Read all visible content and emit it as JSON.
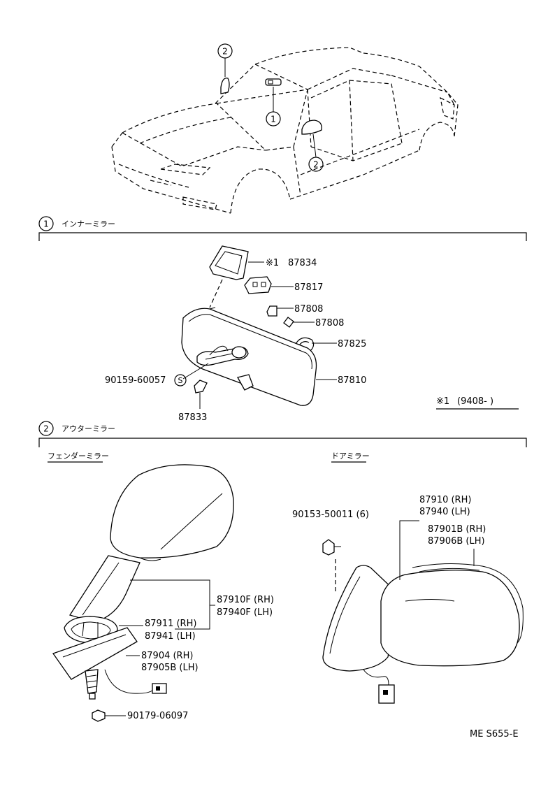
{
  "sections": {
    "inner": {
      "number": "1",
      "title": "インナーミラー"
    },
    "outer": {
      "number": "2",
      "title": "アウターミラー"
    }
  },
  "car_callouts": {
    "a": "2",
    "b": "1",
    "c": "2"
  },
  "subsections": {
    "fender": "フェンダーミラー",
    "door": "ドアミラー"
  },
  "inner_parts": {
    "p87834": "87834",
    "p87834_mark": "※1",
    "p87817": "87817",
    "p87808a": "87808",
    "p87808b": "87808",
    "p87825": "87825",
    "p87810": "87810",
    "p90159": "90159-60057",
    "p90159_mark": "S",
    "p87833": "87833"
  },
  "note": {
    "mark": "※1",
    "text": "(9408-        )"
  },
  "fender_parts": {
    "p87910f": "87910F (RH)",
    "p87940f": "87940F (LH)",
    "p87911": "87911 (RH)",
    "p87941": "87941 (LH)",
    "p87904": "87904   (RH)",
    "p87905b": "87905B (LH)",
    "p90179": "90179-06097"
  },
  "door_parts": {
    "p90153": "90153-50011 (6)",
    "p87910": "87910 (RH)",
    "p87940": "87940 (LH)",
    "p87901b": "87901B (RH)",
    "p87906b": "87906B (LH)"
  },
  "footer": {
    "code": "ME  S655-E"
  }
}
